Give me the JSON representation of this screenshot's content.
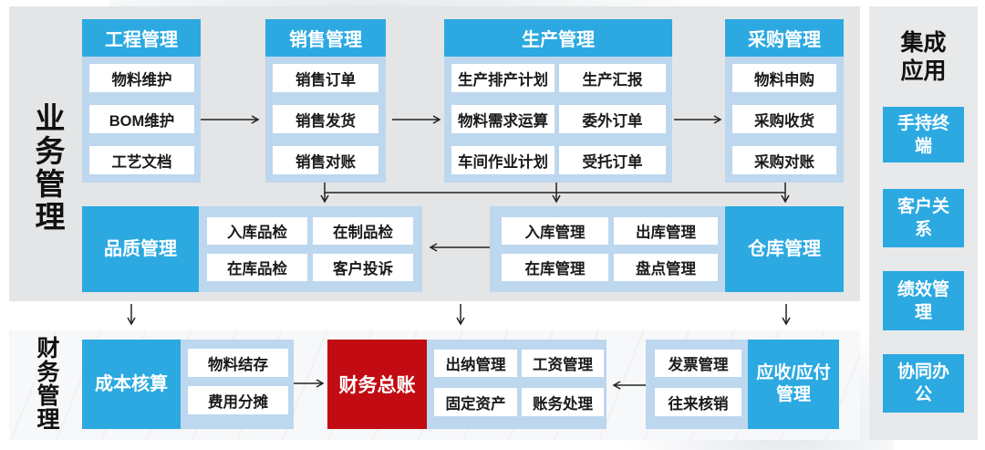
{
  "side_labels": {
    "business": "业务管理",
    "finance": "财务管理"
  },
  "colors": {
    "accent_blue": "#2ca9e1",
    "light_blue": "#bdd7ef",
    "accent_red": "#c20b12",
    "panel_gray": "#e4e5e6"
  },
  "top_sections": [
    {
      "title": "工程管理",
      "items": [
        "物料维护",
        "BOM维护",
        "工艺文档"
      ]
    },
    {
      "title": "销售管理",
      "items": [
        "销售订单",
        "销售发货",
        "销售对账"
      ]
    },
    {
      "title": "生产管理",
      "items": [
        "生产排产计划",
        "生产汇报",
        "物料需求运算",
        "委外订单",
        "车间作业计划",
        "受托订单"
      ]
    },
    {
      "title": "采购管理",
      "items": [
        "物料申购",
        "采购收货",
        "采购对账"
      ]
    }
  ],
  "middle_row": {
    "quality": {
      "title": "品质管理",
      "items": [
        "入库品检",
        "在制品检",
        "在库品检",
        "客户投诉"
      ]
    },
    "warehouse": {
      "title": "仓库管理",
      "items": [
        "入库管理",
        "出库管理",
        "在库管理",
        "盘点管理"
      ]
    }
  },
  "bottom_row": {
    "cost": {
      "title": "成本核算",
      "items": [
        "物料结存",
        "费用分摊"
      ]
    },
    "general_ledger": {
      "title": "财务总账",
      "items": [
        "出纳管理",
        "工资管理",
        "固定资产",
        "账务处理"
      ]
    },
    "receivable": {
      "title": "应收/应付管理",
      "items": [
        "发票管理",
        "往来核销"
      ]
    }
  },
  "integration": {
    "title": "集成应用",
    "apps": [
      "手持终端",
      "客户关系",
      "绩效管理",
      "协同办公"
    ]
  }
}
